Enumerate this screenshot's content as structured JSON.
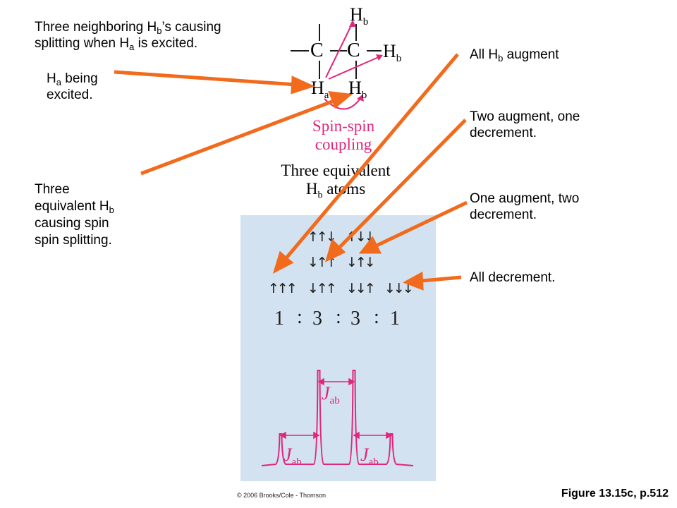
{
  "annotations": {
    "neighbors_main": "Three neighboring H",
    "neighbors_sub": "b",
    "neighbors_rest": "’s causing",
    "neighbors_line2_main": "splitting when H",
    "neighbors_line2_sub": "a",
    "neighbors_line2_rest": " is excited.",
    "ha_main": "H",
    "ha_sub": "a",
    "ha_rest": " being",
    "ha_line2": "excited.",
    "equiv_line1": "Three",
    "equiv_line2_main": "equivalent H",
    "equiv_line2_sub": "b",
    "equiv_line3": "causing spin",
    "equiv_line4": "spin splitting.",
    "all_augment_main": "All H",
    "all_augment_sub": "b",
    "all_augment_rest": " augment",
    "two_augment_line1": "Two augment, one",
    "two_augment_line2": "decrement.",
    "one_augment_line1": "One augment, two",
    "one_augment_line2": "decrement.",
    "all_decrement": "All decrement."
  },
  "structure": {
    "c": "C",
    "h": "H",
    "sub_a": "a",
    "sub_b": "b",
    "coupling_line1": "Spin-spin",
    "coupling_line2": "coupling",
    "equiv_line1": "Three equivalent",
    "equiv_line2": "H",
    "equiv_line2_sub": "b",
    "equiv_line2_rest": " atoms"
  },
  "spin_states": {
    "row1": [
      "↑↑↓",
      "↑↓↓"
    ],
    "row2": [
      "↓↑↑",
      "↓↑↓"
    ],
    "row3": [
      "↑↑↑",
      "↓↑↑",
      "↓↓↑",
      "↓↓↓"
    ],
    "ratio": [
      "1",
      ":",
      "3",
      ":",
      "3",
      ":",
      "1"
    ]
  },
  "spectrum": {
    "peak_intensities": [
      1,
      3,
      3,
      1
    ],
    "j_label": "J",
    "j_sub": "ab",
    "color": "#e0267a"
  },
  "colors": {
    "arrow": "#f26a1b",
    "panel": "#d3e2f0",
    "pink": "#e0267a"
  },
  "footer": {
    "copyright": "© 2006 Brooks/Cole - Thomson",
    "figure": "Figure 13.15c, p.512"
  }
}
